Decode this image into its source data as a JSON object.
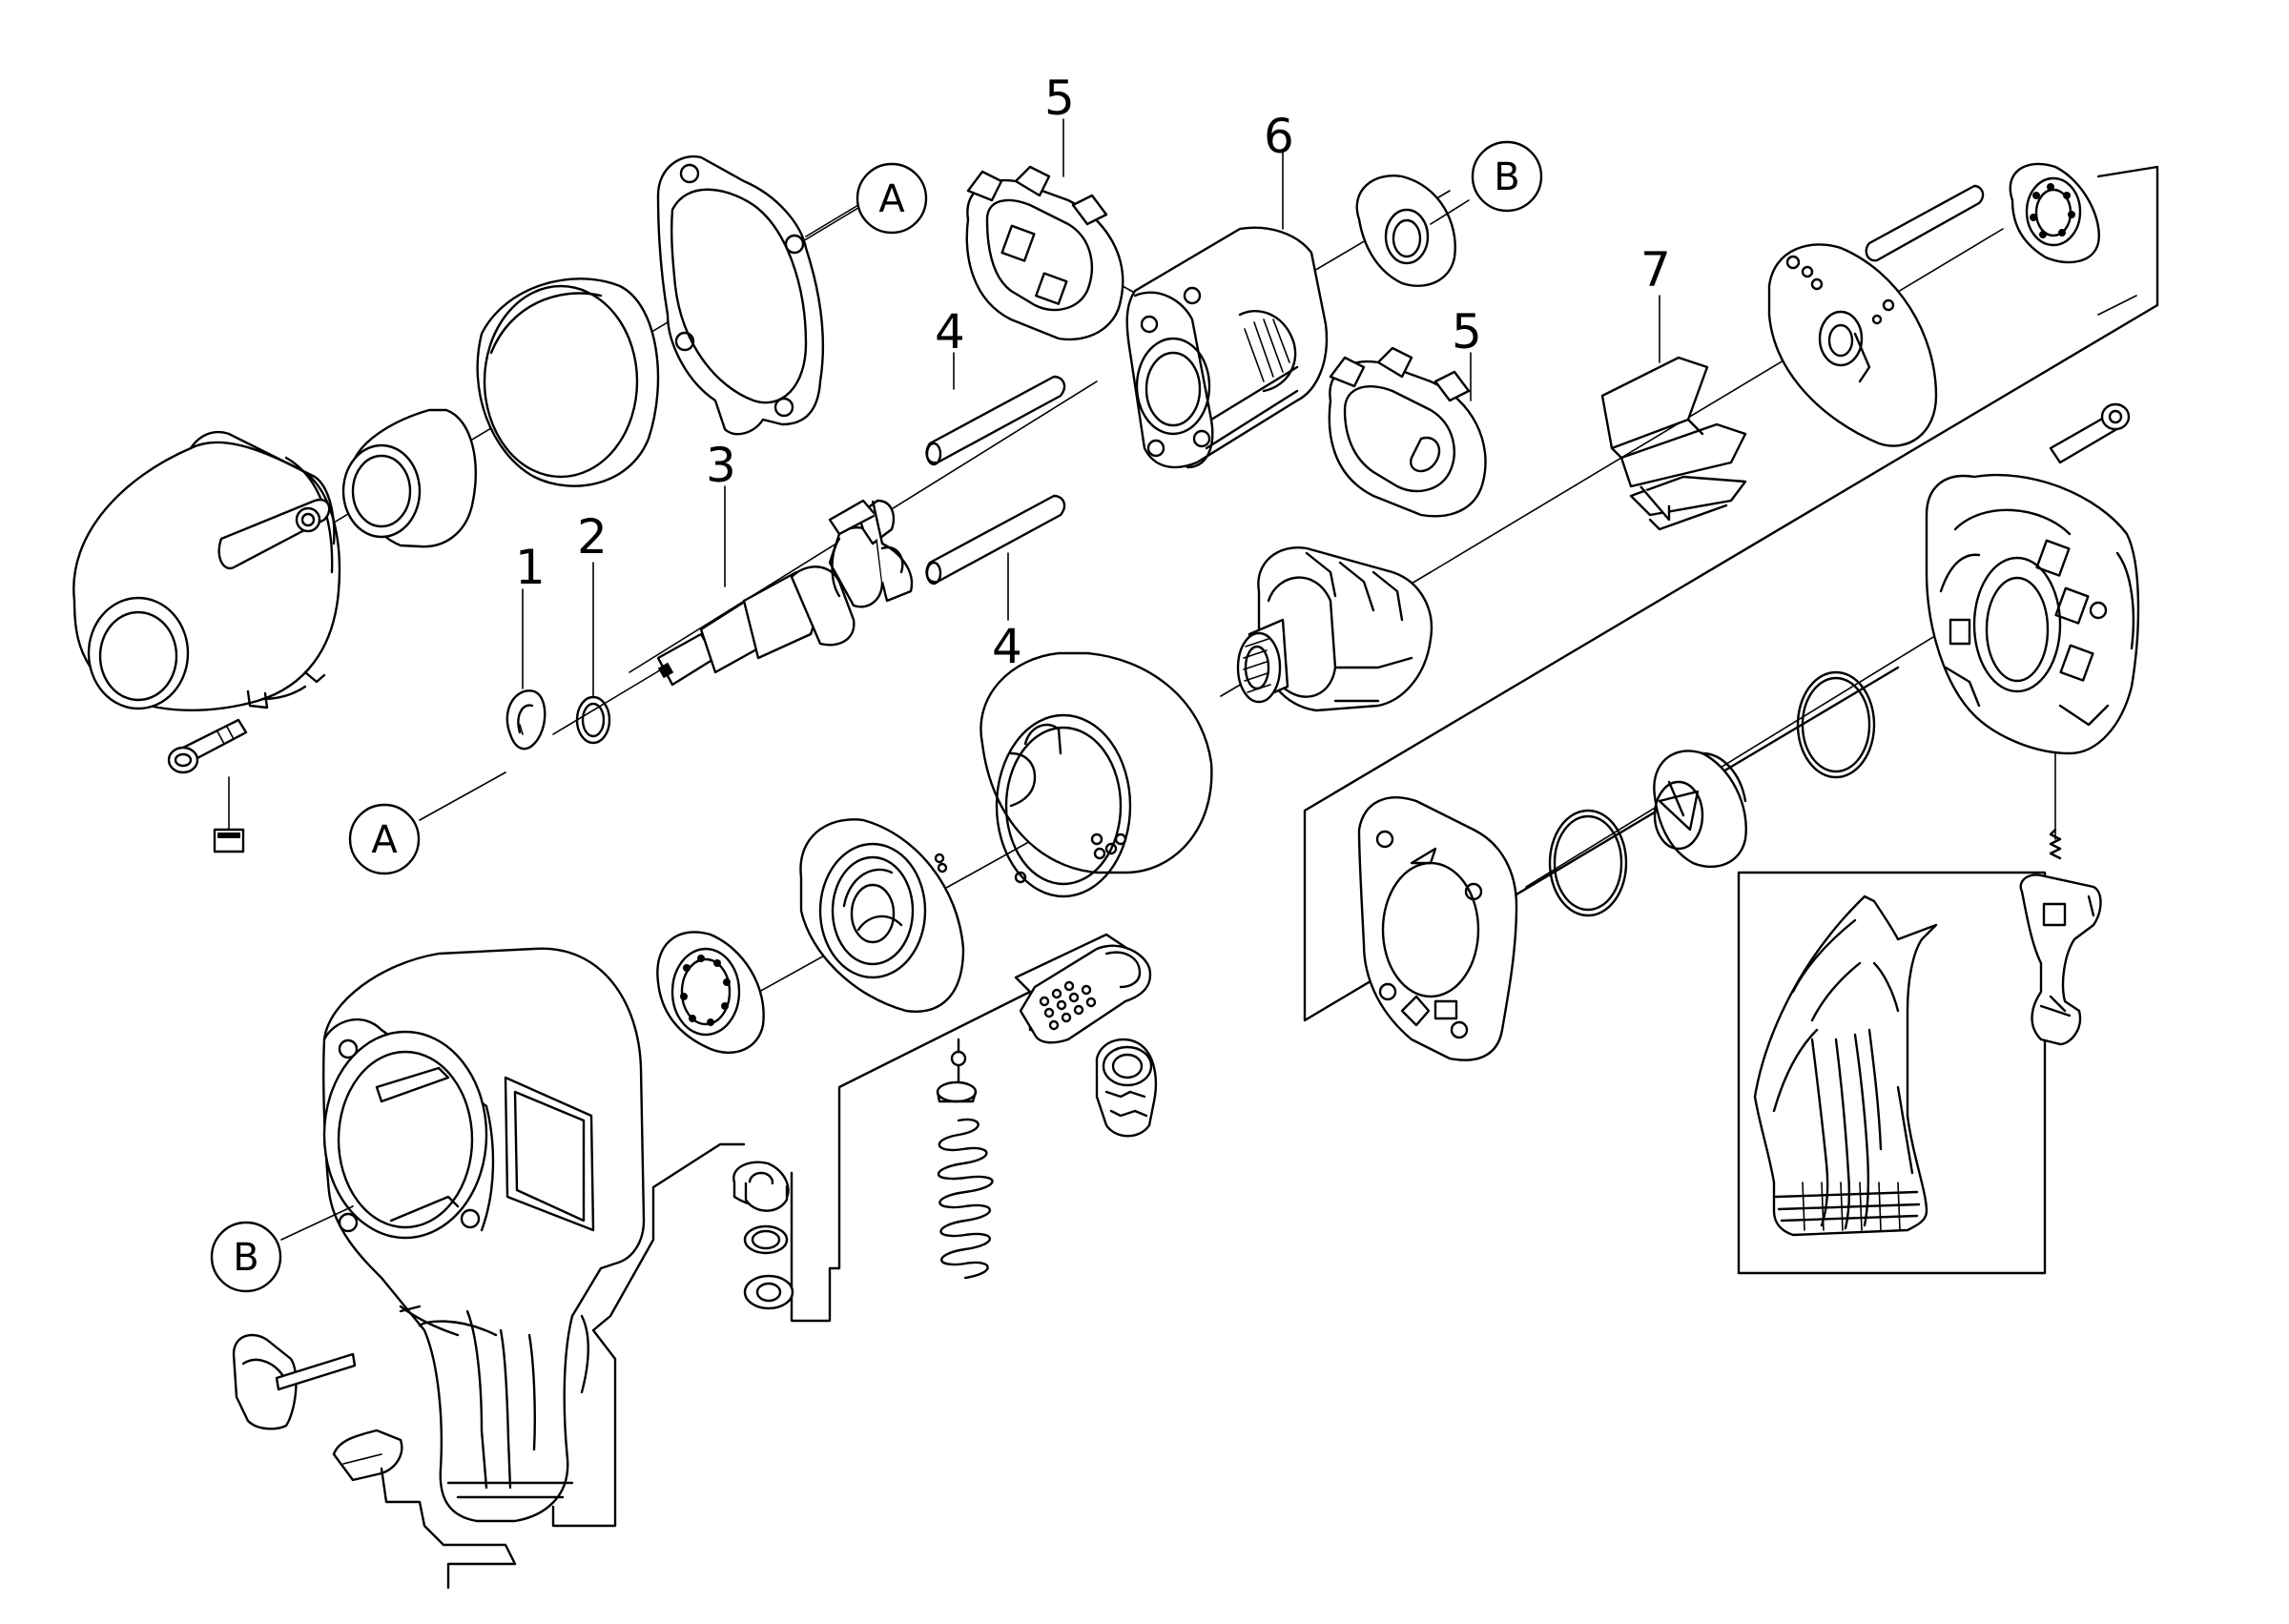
{
  "diagram": {
    "callouts": [
      {
        "id": "1",
        "text": "1"
      },
      {
        "id": "2",
        "text": "2"
      },
      {
        "id": "3",
        "text": "3"
      },
      {
        "id": "4a",
        "text": "4"
      },
      {
        "id": "4b",
        "text": "4"
      },
      {
        "id": "5a",
        "text": "5"
      },
      {
        "id": "5b",
        "text": "5"
      },
      {
        "id": "6",
        "text": "6"
      },
      {
        "id": "7",
        "text": "7"
      }
    ],
    "references": [
      {
        "id": "A1",
        "text": "A"
      },
      {
        "id": "A2",
        "text": "A"
      },
      {
        "id": "B1",
        "text": "B"
      },
      {
        "id": "B2",
        "text": "B"
      }
    ]
  }
}
